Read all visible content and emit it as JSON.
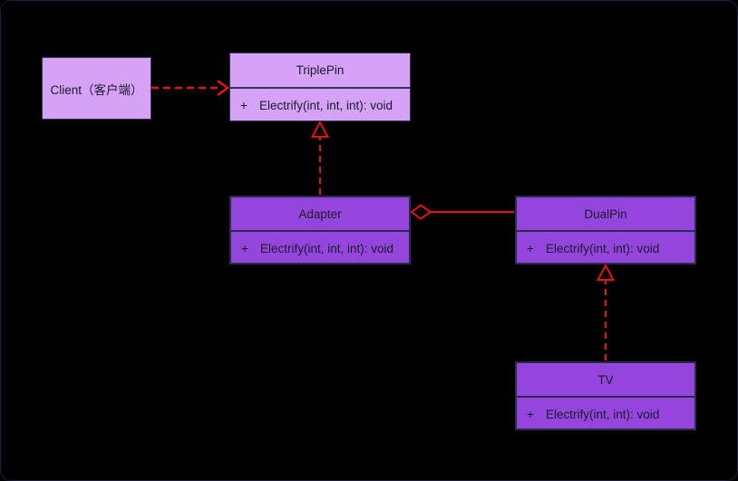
{
  "diagram": {
    "kind": "uml-class-diagram",
    "pattern": "Adapter"
  },
  "colors": {
    "canvas_background": "#000000",
    "canvas_border": "#1c1c45",
    "light_node_fill": "#d5a2f6",
    "dark_node_fill": "#9446dc",
    "node_border": "#2b2b4d",
    "node_text": "#1b1b2e",
    "connector_red": "#e81212"
  },
  "nodes": {
    "client": {
      "label": "Client（客户端）"
    },
    "triplepin": {
      "title": "TriplePin",
      "visibility": "+",
      "method": "Electrify(int, int, int): void"
    },
    "adapter": {
      "title": "Adapter",
      "visibility": "+",
      "method": "Electrify(int, int, int): void"
    },
    "dualpin": {
      "title": "DualPin",
      "visibility": "+",
      "method": "Electrify(int, int): void"
    },
    "tv": {
      "title": "TV",
      "visibility": "+",
      "method": "Electrify(int, int): void"
    }
  },
  "edges": [
    {
      "type": "dependency",
      "from": "Client",
      "to": "TriplePin",
      "line": "dashed",
      "head": "open-arrow"
    },
    {
      "type": "realization",
      "from": "Adapter",
      "to": "TriplePin",
      "line": "dashed",
      "head": "hollow-triangle"
    },
    {
      "type": "aggregation",
      "from": "Adapter",
      "to": "DualPin",
      "line": "solid",
      "head": "hollow-diamond"
    },
    {
      "type": "realization",
      "from": "TV",
      "to": "DualPin",
      "line": "dashed",
      "head": "hollow-triangle"
    }
  ]
}
